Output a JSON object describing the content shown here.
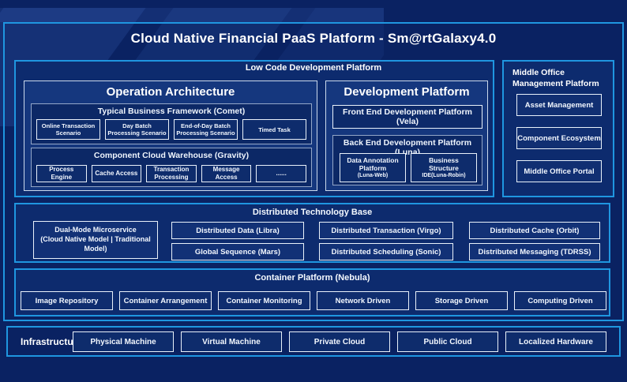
{
  "title": "Cloud Native Financial PaaS Platform - Sm@rtGalaxy4.0",
  "low_code": {
    "label": "Low Code Development Platform",
    "operation_architecture": {
      "title": "Operation Architecture",
      "typical_business_framework": {
        "title": "Typical Business Framework (Comet)",
        "items": [
          "Online Transaction Scenario",
          "Day Batch Processing Scenario",
          "End-of-Day Batch Processing Scenario",
          "Timed Task"
        ]
      },
      "component_cloud_warehouse": {
        "title": "Component Cloud Warehouse (Gravity)",
        "items": [
          "Process Engine",
          "Cache Access",
          "Transaction Processing",
          "Message Access",
          "......"
        ]
      }
    },
    "development_platform": {
      "title": "Development Platform",
      "front_end": "Front End Development Platform (Vela)",
      "back_end": {
        "title": "Back End Development Platform (Luna)",
        "items": [
          {
            "lines": [
              "Data Annotation",
              "Platform",
              "(Luna-Web)"
            ]
          },
          {
            "lines": [
              "Business",
              "Structure",
              "IDE(Luna-Robin)"
            ]
          }
        ]
      }
    }
  },
  "middle_office": {
    "label": "Middle Office Management Platform",
    "items": [
      "Asset Management",
      "Component Ecosystem",
      "Middle Office Portal"
    ]
  },
  "distributed_technology_base": {
    "label": "Distributed Technology Base",
    "dual_mode_microservice": {
      "lines": [
        "Dual-Mode Microservice",
        "(Cloud Native Model | Traditional",
        "Model)"
      ]
    },
    "items": [
      "Distributed Data (Libra)",
      "Global Sequence (Mars)",
      "Distributed Transaction (Virgo)",
      "Distributed Scheduling (Sonic)",
      "Distributed Cache (Orbit)",
      "Distributed Messaging (TDRSS)"
    ]
  },
  "container_platform": {
    "label": "Container Platform (Nebula)",
    "items": [
      "Image Repository",
      "Container Arrangement",
      "Container Monitoring",
      "Network Driven",
      "Storage Driven",
      "Computing Driven"
    ]
  },
  "infrastructure": {
    "label": "Infrastructure",
    "items": [
      "Physical Machine",
      "Virtual Machine",
      "Private Cloud",
      "Public Cloud",
      "Localized Hardware"
    ]
  },
  "colors": {
    "background": "#0A2262",
    "accent_border": "#1F96E0",
    "panel_light": "#15377E",
    "panel_dark": "#0C2866",
    "box_border_light": "#E9F1FA",
    "box_border_gray": "#94A7C8",
    "text": "#FFFFFF"
  }
}
